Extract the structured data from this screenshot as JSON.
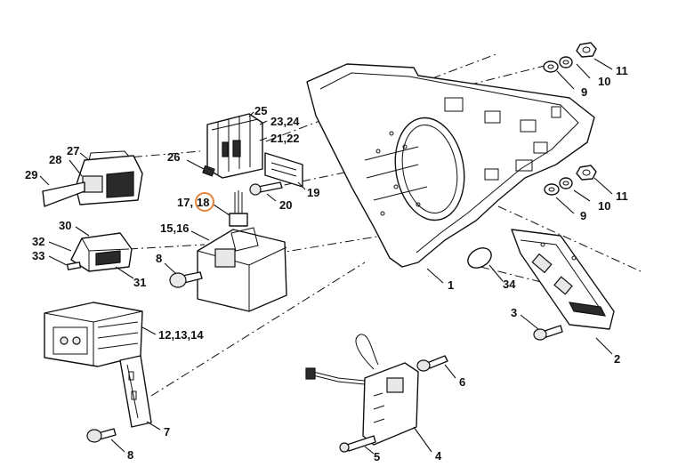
{
  "colors": {
    "highlight": "#e8833a",
    "ink": "#111111"
  },
  "callouts": {
    "c11a": "11",
    "c9a": "9",
    "c10a": "10",
    "c25": "25",
    "c2324": "23,24",
    "c2122": "21,22",
    "c27": "27",
    "c26": "26",
    "c28": "28",
    "c29": "29",
    "c19": "19",
    "c11b": "11",
    "c20": "20",
    "c10b": "10",
    "c9b": "9",
    "c17": "17,",
    "c18": "18",
    "c1516": "15,16",
    "c30": "30",
    "c32": "32",
    "c33": "33",
    "c8a": "8",
    "c31": "31",
    "c1": "1",
    "c34": "34",
    "c3": "3",
    "c121314": "12,13,14",
    "c2": "2",
    "c6": "6",
    "c7": "7",
    "c8b": "8",
    "c4": "4",
    "c5": "5"
  },
  "highlighted_callout": "18"
}
